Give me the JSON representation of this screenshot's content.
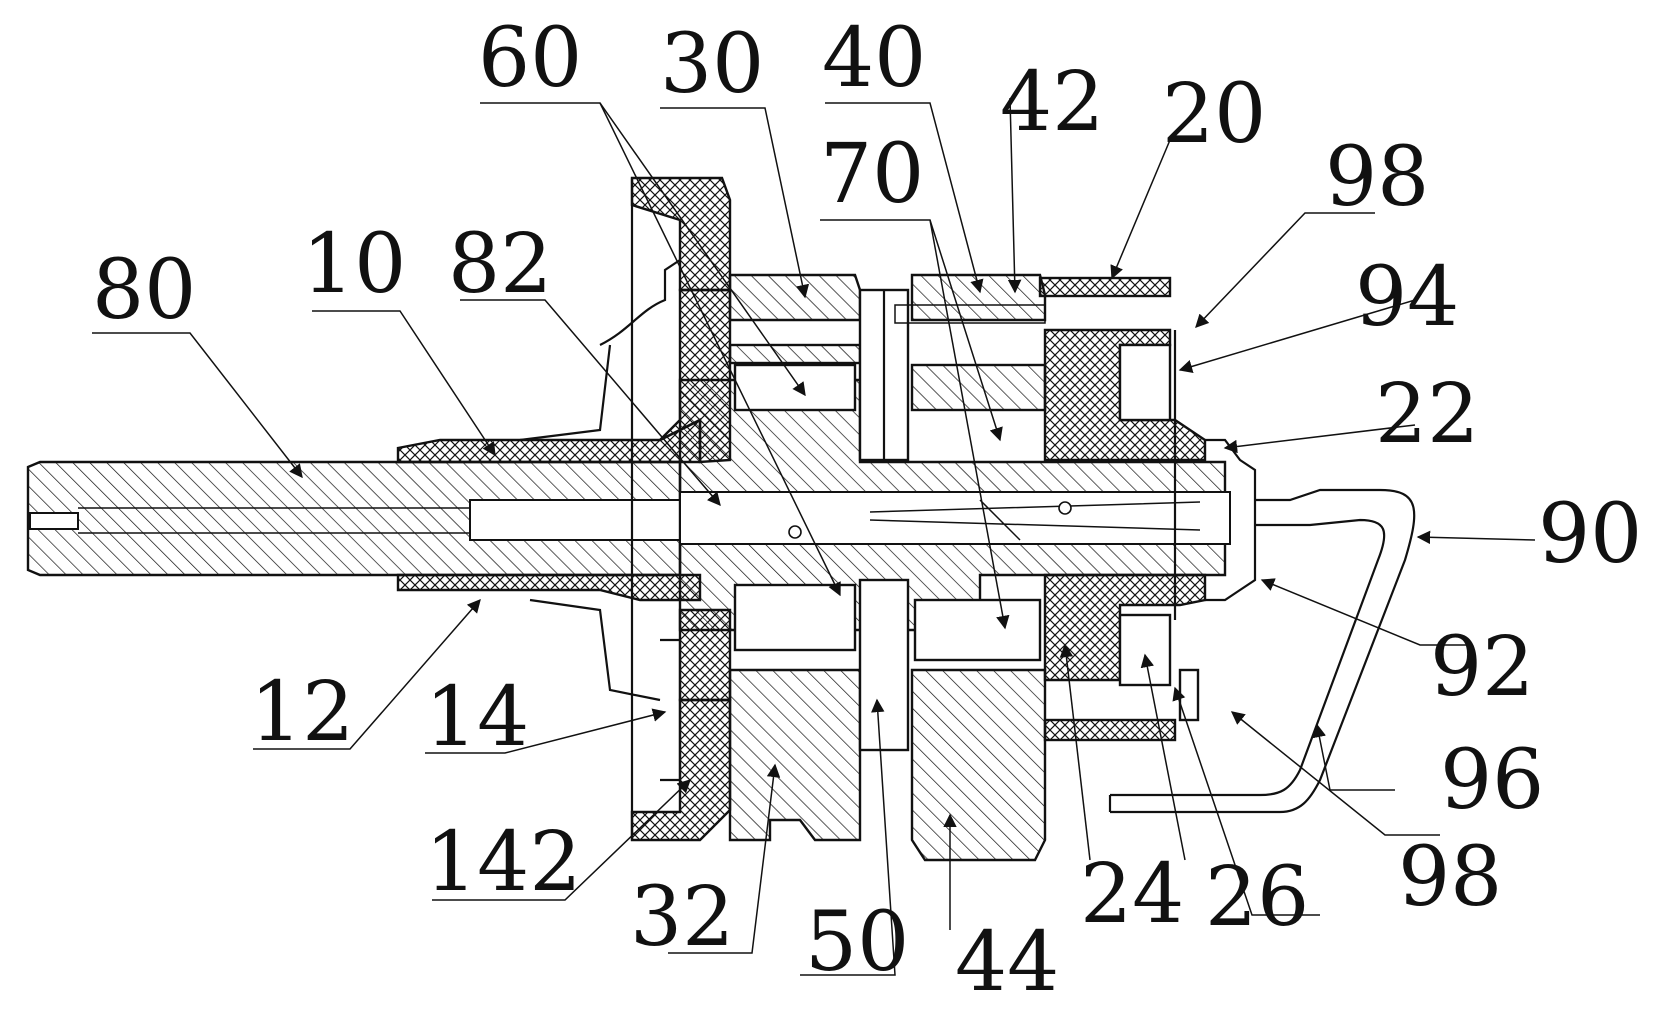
{
  "labels": {
    "l80": "80",
    "l10": "10",
    "l82": "82",
    "l60": "60",
    "l30": "30",
    "l40": "40",
    "l42": "42",
    "l20": "20",
    "l70": "70",
    "l98a": "98",
    "l94": "94",
    "l22": "22",
    "l90": "90",
    "l92": "92",
    "l96": "96",
    "l98b": "98",
    "l12": "12",
    "l14": "14",
    "l142": "142",
    "l32": "32",
    "l50": "50",
    "l44": "44",
    "l24": "24",
    "l26": "26"
  }
}
